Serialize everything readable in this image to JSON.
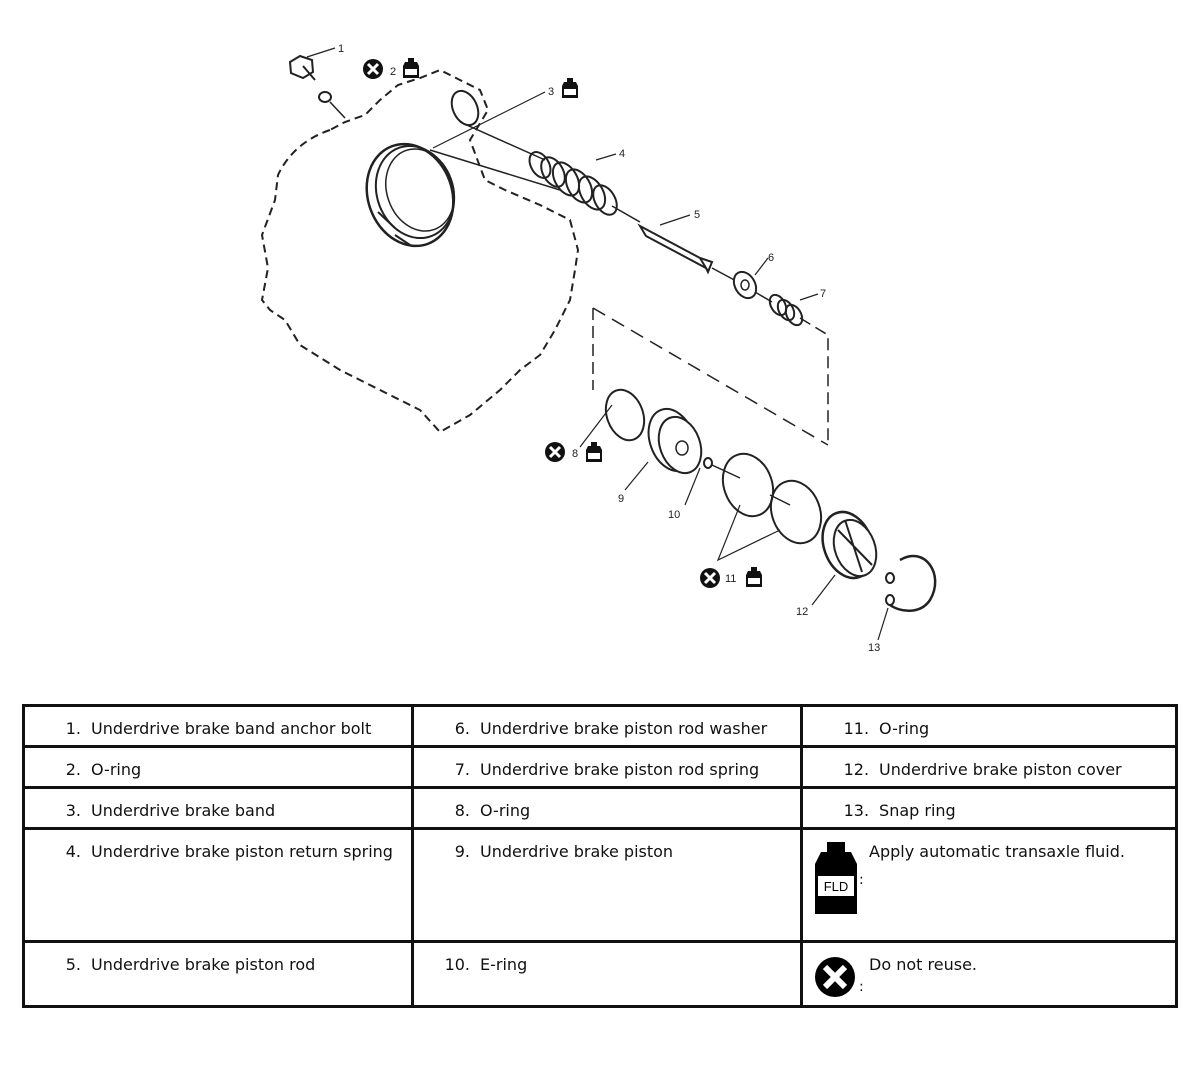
{
  "callouts": [
    "1",
    "2",
    "3",
    "4",
    "5",
    "6",
    "7",
    "8",
    "9",
    "10",
    "11",
    "12",
    "13"
  ],
  "icons": {
    "fluid": "fluid-bottle-icon",
    "fluid_text": "FLD",
    "no_reuse": "do-not-reuse-icon"
  },
  "legend": {
    "rows": [
      [
        {
          "num": "1.",
          "text": "Underdrive brake band anchor bolt"
        },
        {
          "num": "6.",
          "text": "Underdrive brake piston rod washer"
        },
        {
          "num": "11.",
          "text": "O-ring"
        }
      ],
      [
        {
          "num": "2.",
          "text": "O-ring"
        },
        {
          "num": "7.",
          "text": "Underdrive brake piston rod spring"
        },
        {
          "num": "12.",
          "text": "Underdrive brake piston cover"
        }
      ],
      [
        {
          "num": "3.",
          "text": "Underdrive brake band"
        },
        {
          "num": "8.",
          "text": "O-ring"
        },
        {
          "num": "13.",
          "text": "Snap ring"
        }
      ],
      [
        {
          "num": "4.",
          "text": "Underdrive brake piston return spring"
        },
        {
          "num": "9.",
          "text": "Underdrive brake piston"
        }
      ],
      [
        {
          "num": "5.",
          "text": "Underdrive brake piston rod"
        },
        {
          "num": "10.",
          "text": "E-ring"
        }
      ]
    ],
    "fluid_text": "Apply automatic transaxle fluid.",
    "no_reuse_text": "Do not reuse.",
    "colon": ":"
  }
}
